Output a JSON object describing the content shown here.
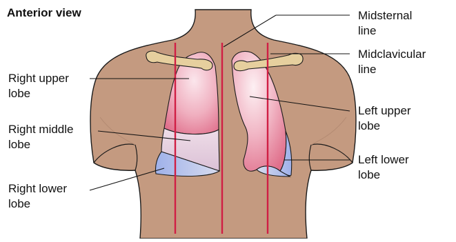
{
  "title": "Anterior view",
  "labels": {
    "midsternal_1": "Midsternal",
    "midsternal_2": "line",
    "midclavicular_1": "Midclavicular",
    "midclavicular_2": "line",
    "right_upper_1": "Right upper",
    "right_upper_2": "lobe",
    "right_middle_1": "Right middle",
    "right_middle_2": "lobe",
    "right_lower_1": "Right lower",
    "right_lower_2": "lobe",
    "left_upper_1": "Left upper",
    "left_upper_2": "lobe",
    "left_lower_1": "Left lower",
    "left_lower_2": "lobe"
  },
  "colors": {
    "skin": "#c49a80",
    "skin_outline": "#1a1a1a",
    "upper_lobe": "#e58aa0",
    "middle_lobe": "#e6c9dc",
    "lower_lobe": "#a9b8e8",
    "reference_line": "#d01e44",
    "clavicle": "#e6cf9e"
  }
}
